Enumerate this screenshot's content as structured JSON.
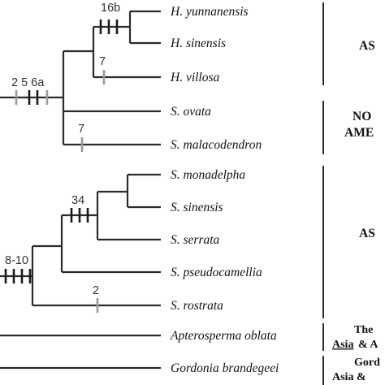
{
  "taxa": [
    {
      "id": "h_yunnanensis",
      "label": "H. yunnanensis"
    },
    {
      "id": "h_sinensis",
      "label": "H. sinensis"
    },
    {
      "id": "h_villosa",
      "label": "H. villosa"
    },
    {
      "id": "s_ovata",
      "label": "S. ovata"
    },
    {
      "id": "s_malacodendron",
      "label": "S. malacodendron"
    },
    {
      "id": "s_monadelpha",
      "label": "S. monadelpha"
    },
    {
      "id": "s_sinensis",
      "label": "S. sinensis"
    },
    {
      "id": "s_serrata",
      "label": "S. serrata"
    },
    {
      "id": "s_pseudocamellia",
      "label": "S. pseudocamellia"
    },
    {
      "id": "s_rostrata",
      "label": "S. rostrata"
    },
    {
      "id": "apterosperma",
      "label": "Apterosperma oblata"
    },
    {
      "id": "gordonia",
      "label": "Gordonia brandegeei"
    }
  ],
  "character_labels": {
    "hyunnan_sinensis": "16b",
    "hvillosa": "7",
    "hibiscus_clade": "2 5 6a",
    "smalacodendron": "7",
    "asian_stewartia_inner": "34",
    "stewartia_base": "8-10",
    "srostrata": "2"
  },
  "regions": {
    "asia_top": "AS",
    "north_america_line1": "NO",
    "north_america_line2": "AME",
    "asia_mid": "AS",
    "apterosperma_line1": "The",
    "apterosperma_line2_a": "Asia",
    "apterosperma_line2_b": "& A",
    "gordonia_line1": "Gord",
    "gordonia_line2": "Asia &"
  },
  "colors": {
    "branch": "#2b2b2b",
    "dark_tick": "#1a1a1a",
    "grey_tick": "#9a9a9a"
  }
}
